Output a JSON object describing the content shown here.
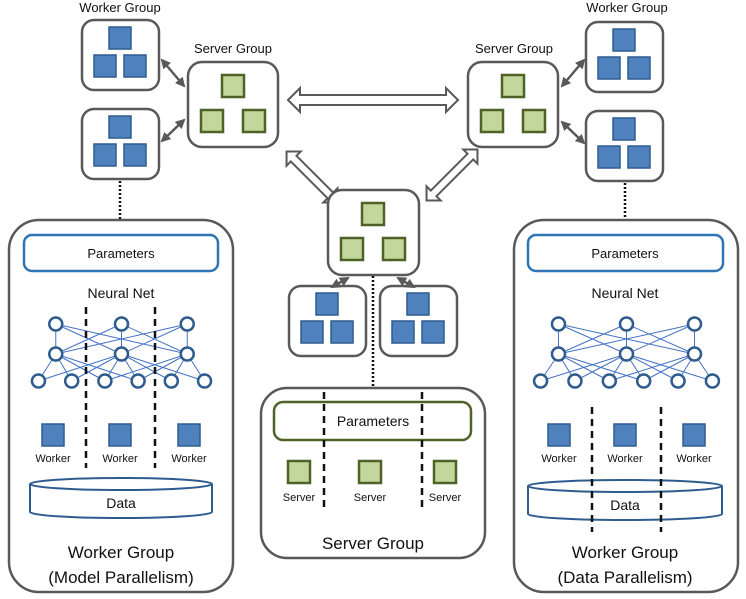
{
  "colors": {
    "box_stroke": "#595959",
    "worker_fill": "#4f81bd",
    "worker_stroke": "#2f5c8f",
    "server_fill": "#c3d69b",
    "server_stroke": "#4f6228",
    "param_blue": "#2e75b6",
    "param_green": "#4f6228",
    "net_stroke": "#2f5c8f",
    "net_line": "#4472c4",
    "dash": "#111111"
  },
  "top_left": {
    "worker_group_label": "Worker Group",
    "server_group_label": "Server Group"
  },
  "top_right": {
    "worker_group_label": "Worker Group",
    "server_group_label": "Server Group"
  },
  "left_panel": {
    "parameters_label": "Parameters",
    "neural_net_label": "Neural Net",
    "workers": [
      "Worker",
      "Worker",
      "Worker"
    ],
    "data_label": "Data",
    "title_line1": "Worker Group",
    "title_line2": "(Model Parallelism)"
  },
  "center_panel": {
    "parameters_label": "Parameters",
    "servers": [
      "Server",
      "Server",
      "Server"
    ],
    "title": "Server Group"
  },
  "right_panel": {
    "parameters_label": "Parameters",
    "neural_net_label": "Neural Net",
    "workers": [
      "Worker",
      "Worker",
      "Worker"
    ],
    "data_label": "Data",
    "title_line1": "Worker Group",
    "title_line2": "(Data Parallelism)"
  }
}
